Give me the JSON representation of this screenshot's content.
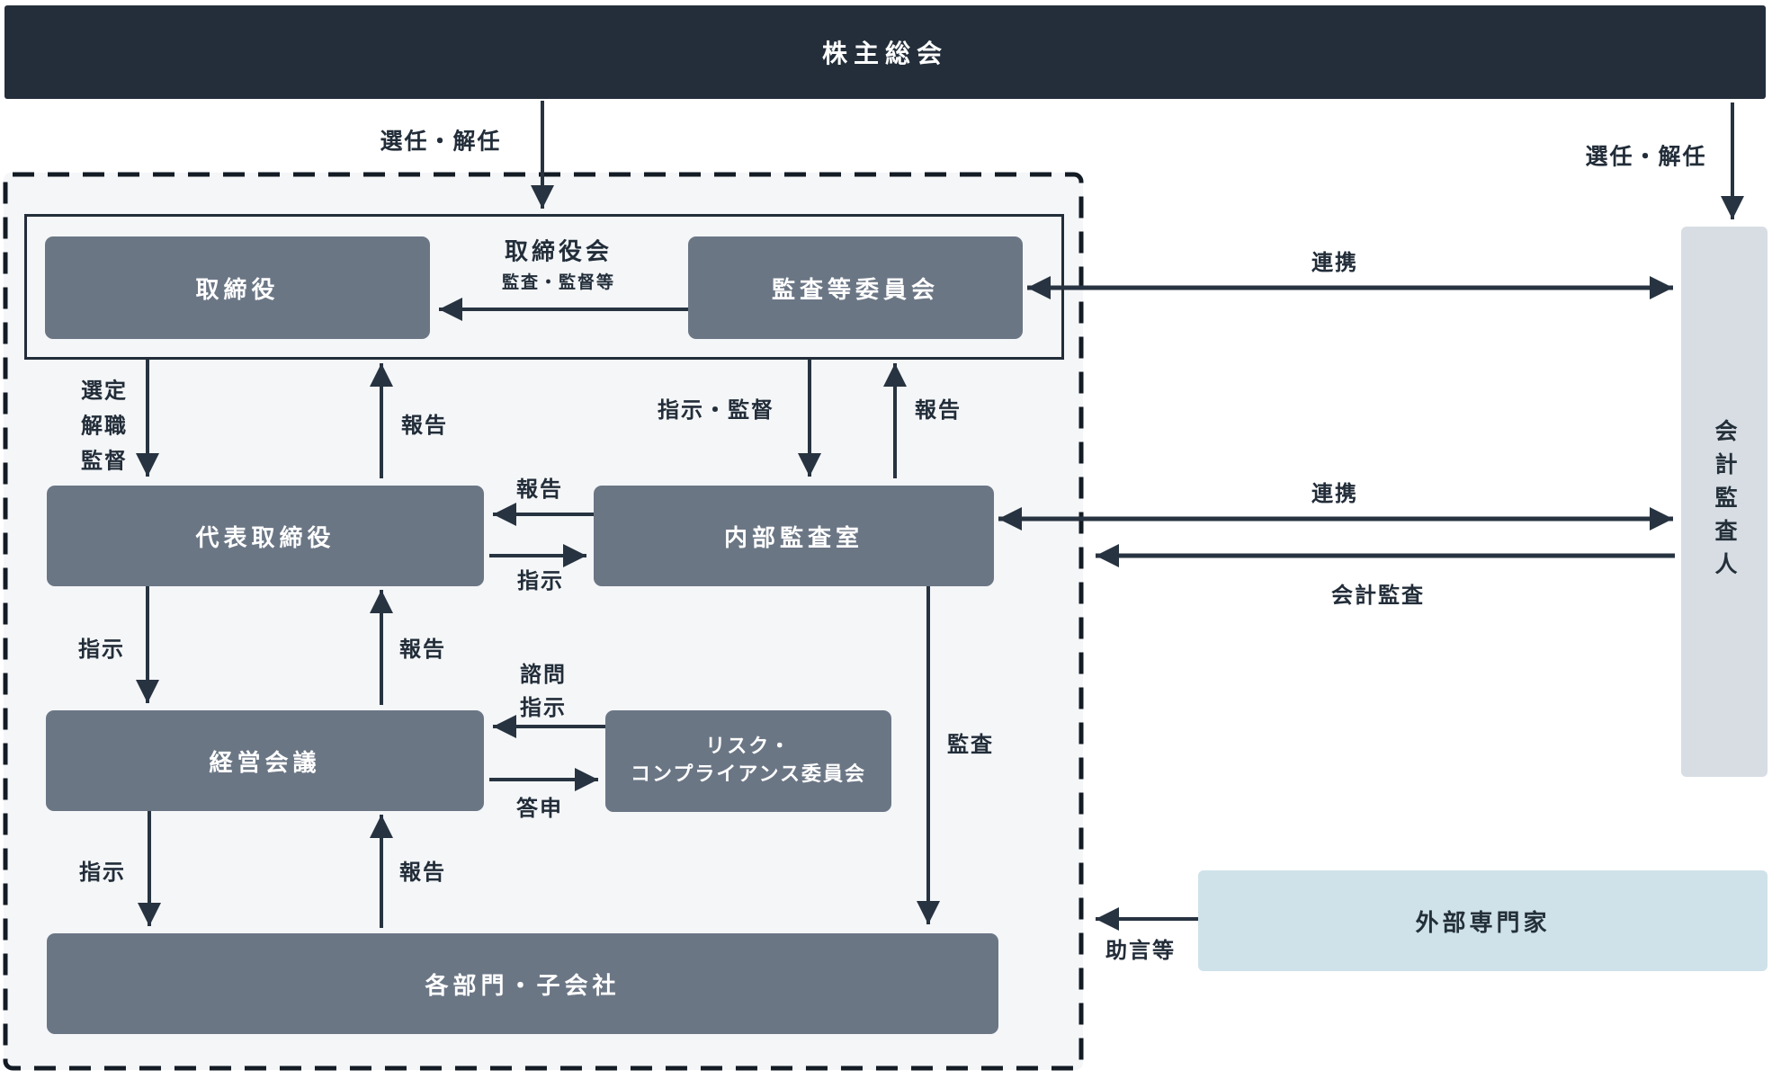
{
  "nodes": {
    "shareholders_meeting": "株主総会",
    "board_frame_title": "取締役会",
    "board_frame_subtitle": "監査・監督等",
    "directors": "取締役",
    "audit_committee": "監査等委員会",
    "representative_director": "代表取締役",
    "internal_audit_office": "内部監査室",
    "management_meeting": "経営会議",
    "risk_compliance_committee": "リスク・\nコンプライアンス委員会",
    "departments_subsidiaries": "各部門・子会社",
    "accounting_auditor": "会計監査人",
    "external_experts": "外部専門家"
  },
  "edge_labels": {
    "appointment_dismissal_left": "選任・解任",
    "appointment_dismissal_right": "選任・解任",
    "selection": [
      "選定",
      "解職",
      "監督"
    ],
    "report_directors": "報告",
    "instruction_supervision": "指示・監督",
    "report_audit_committee": "報告",
    "report_internal_to_representative": "報告",
    "instruction_representative_to_internal": "指示",
    "cooperation_top": "連携",
    "cooperation_middle": "連携",
    "accounting_audit": "会計監査",
    "instruction_representative_to_management": "指示",
    "report_management_to_representative": "報告",
    "consultation": "諮問\n指示",
    "reply": "答申",
    "audit": "監査",
    "instruction_management_to_departments": "指示",
    "report_departments_to_management": "報告",
    "advice": "助言等"
  },
  "colors": {
    "header_bg": "#232e3a",
    "node_bg": "#6b7685",
    "accounting_auditor_bg": "#d8dde4",
    "external_experts_bg": "#cfe2ea",
    "area_bg": "#f4f6f8",
    "line": "#273340",
    "text_dark": "#222d39",
    "text_light": "#ffffff"
  }
}
